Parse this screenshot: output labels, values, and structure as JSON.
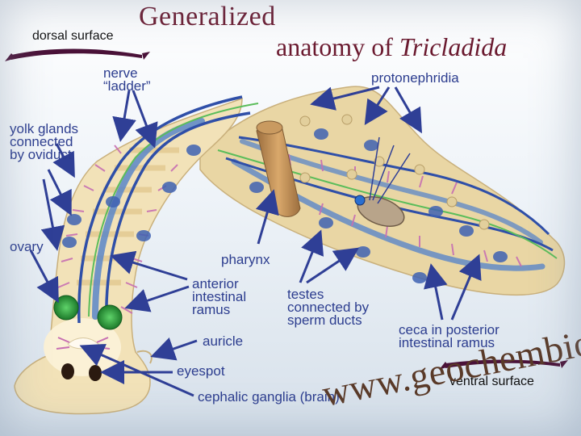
{
  "title": {
    "line1": "Generalized",
    "line2_prefix": "anatomy of ",
    "line2_italic": "Tricladida"
  },
  "surface_labels": {
    "dorsal": "dorsal surface",
    "ventral": "ventral surface"
  },
  "labels": {
    "nerve_ladder": "nerve\n“ladder”",
    "protonephridia": "protonephridia",
    "yolk_glands": "yolk glands\nconnected\nby oviduct",
    "ovary": "ovary",
    "pharynx": "pharynx",
    "anterior_ramus": "anterior\nintestinal\nramus",
    "testes": "testes\nconnected by\nsperm ducts",
    "ceca": "ceca in posterior\nintestinal ramus",
    "auricle": "auricle",
    "eyespot": "eyespot",
    "cephalic_ganglia": "cephalic ganglia (brain)"
  },
  "watermark": "www.geochembio.com",
  "colors": {
    "title": "#6b1a2f",
    "label": "#2c3d8f",
    "arrow": "#2f3f96",
    "body": "#f0dfb3",
    "nerve": "#2f4fa8",
    "intestine": "#5a86c8",
    "ovary": "#2fa03a",
    "pharynx": "#b98a55",
    "banner": "#4a1238"
  }
}
